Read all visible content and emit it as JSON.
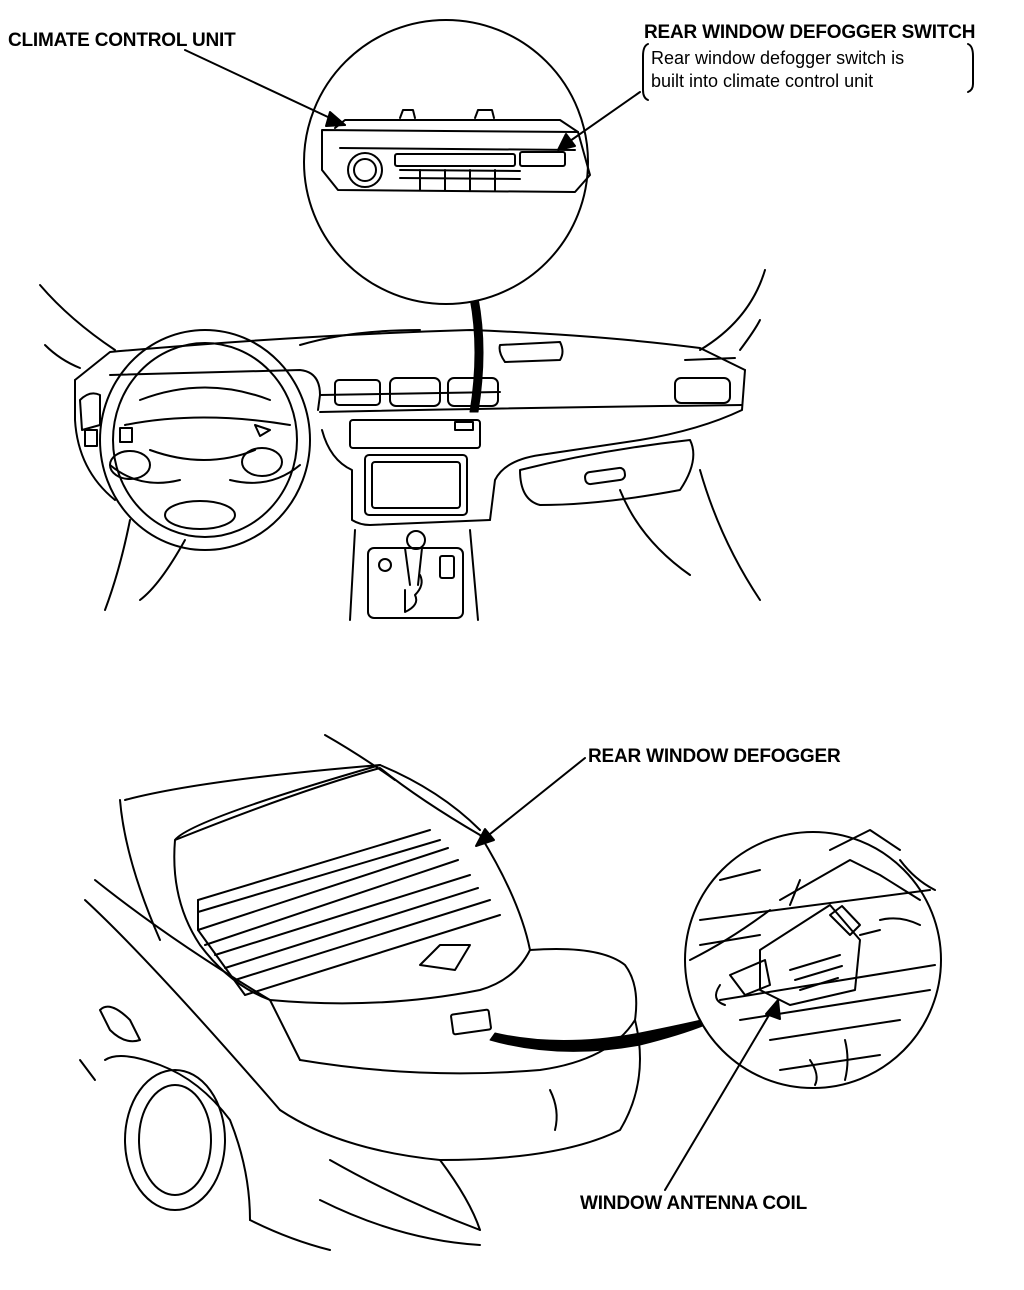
{
  "labels": {
    "climate_control_unit": "CLIMATE CONTROL UNIT",
    "rear_window_defogger_switch": "REAR WINDOW DEFOGGER SWITCH",
    "switch_note_line1": "Rear window defogger switch is",
    "switch_note_line2": "built into climate control unit",
    "rear_window_defogger": "REAR WINDOW DEFOGGER",
    "window_antenna_coil": "WINDOW ANTENNA COIL"
  },
  "colors": {
    "ink": "#000000",
    "paper": "#ffffff"
  }
}
